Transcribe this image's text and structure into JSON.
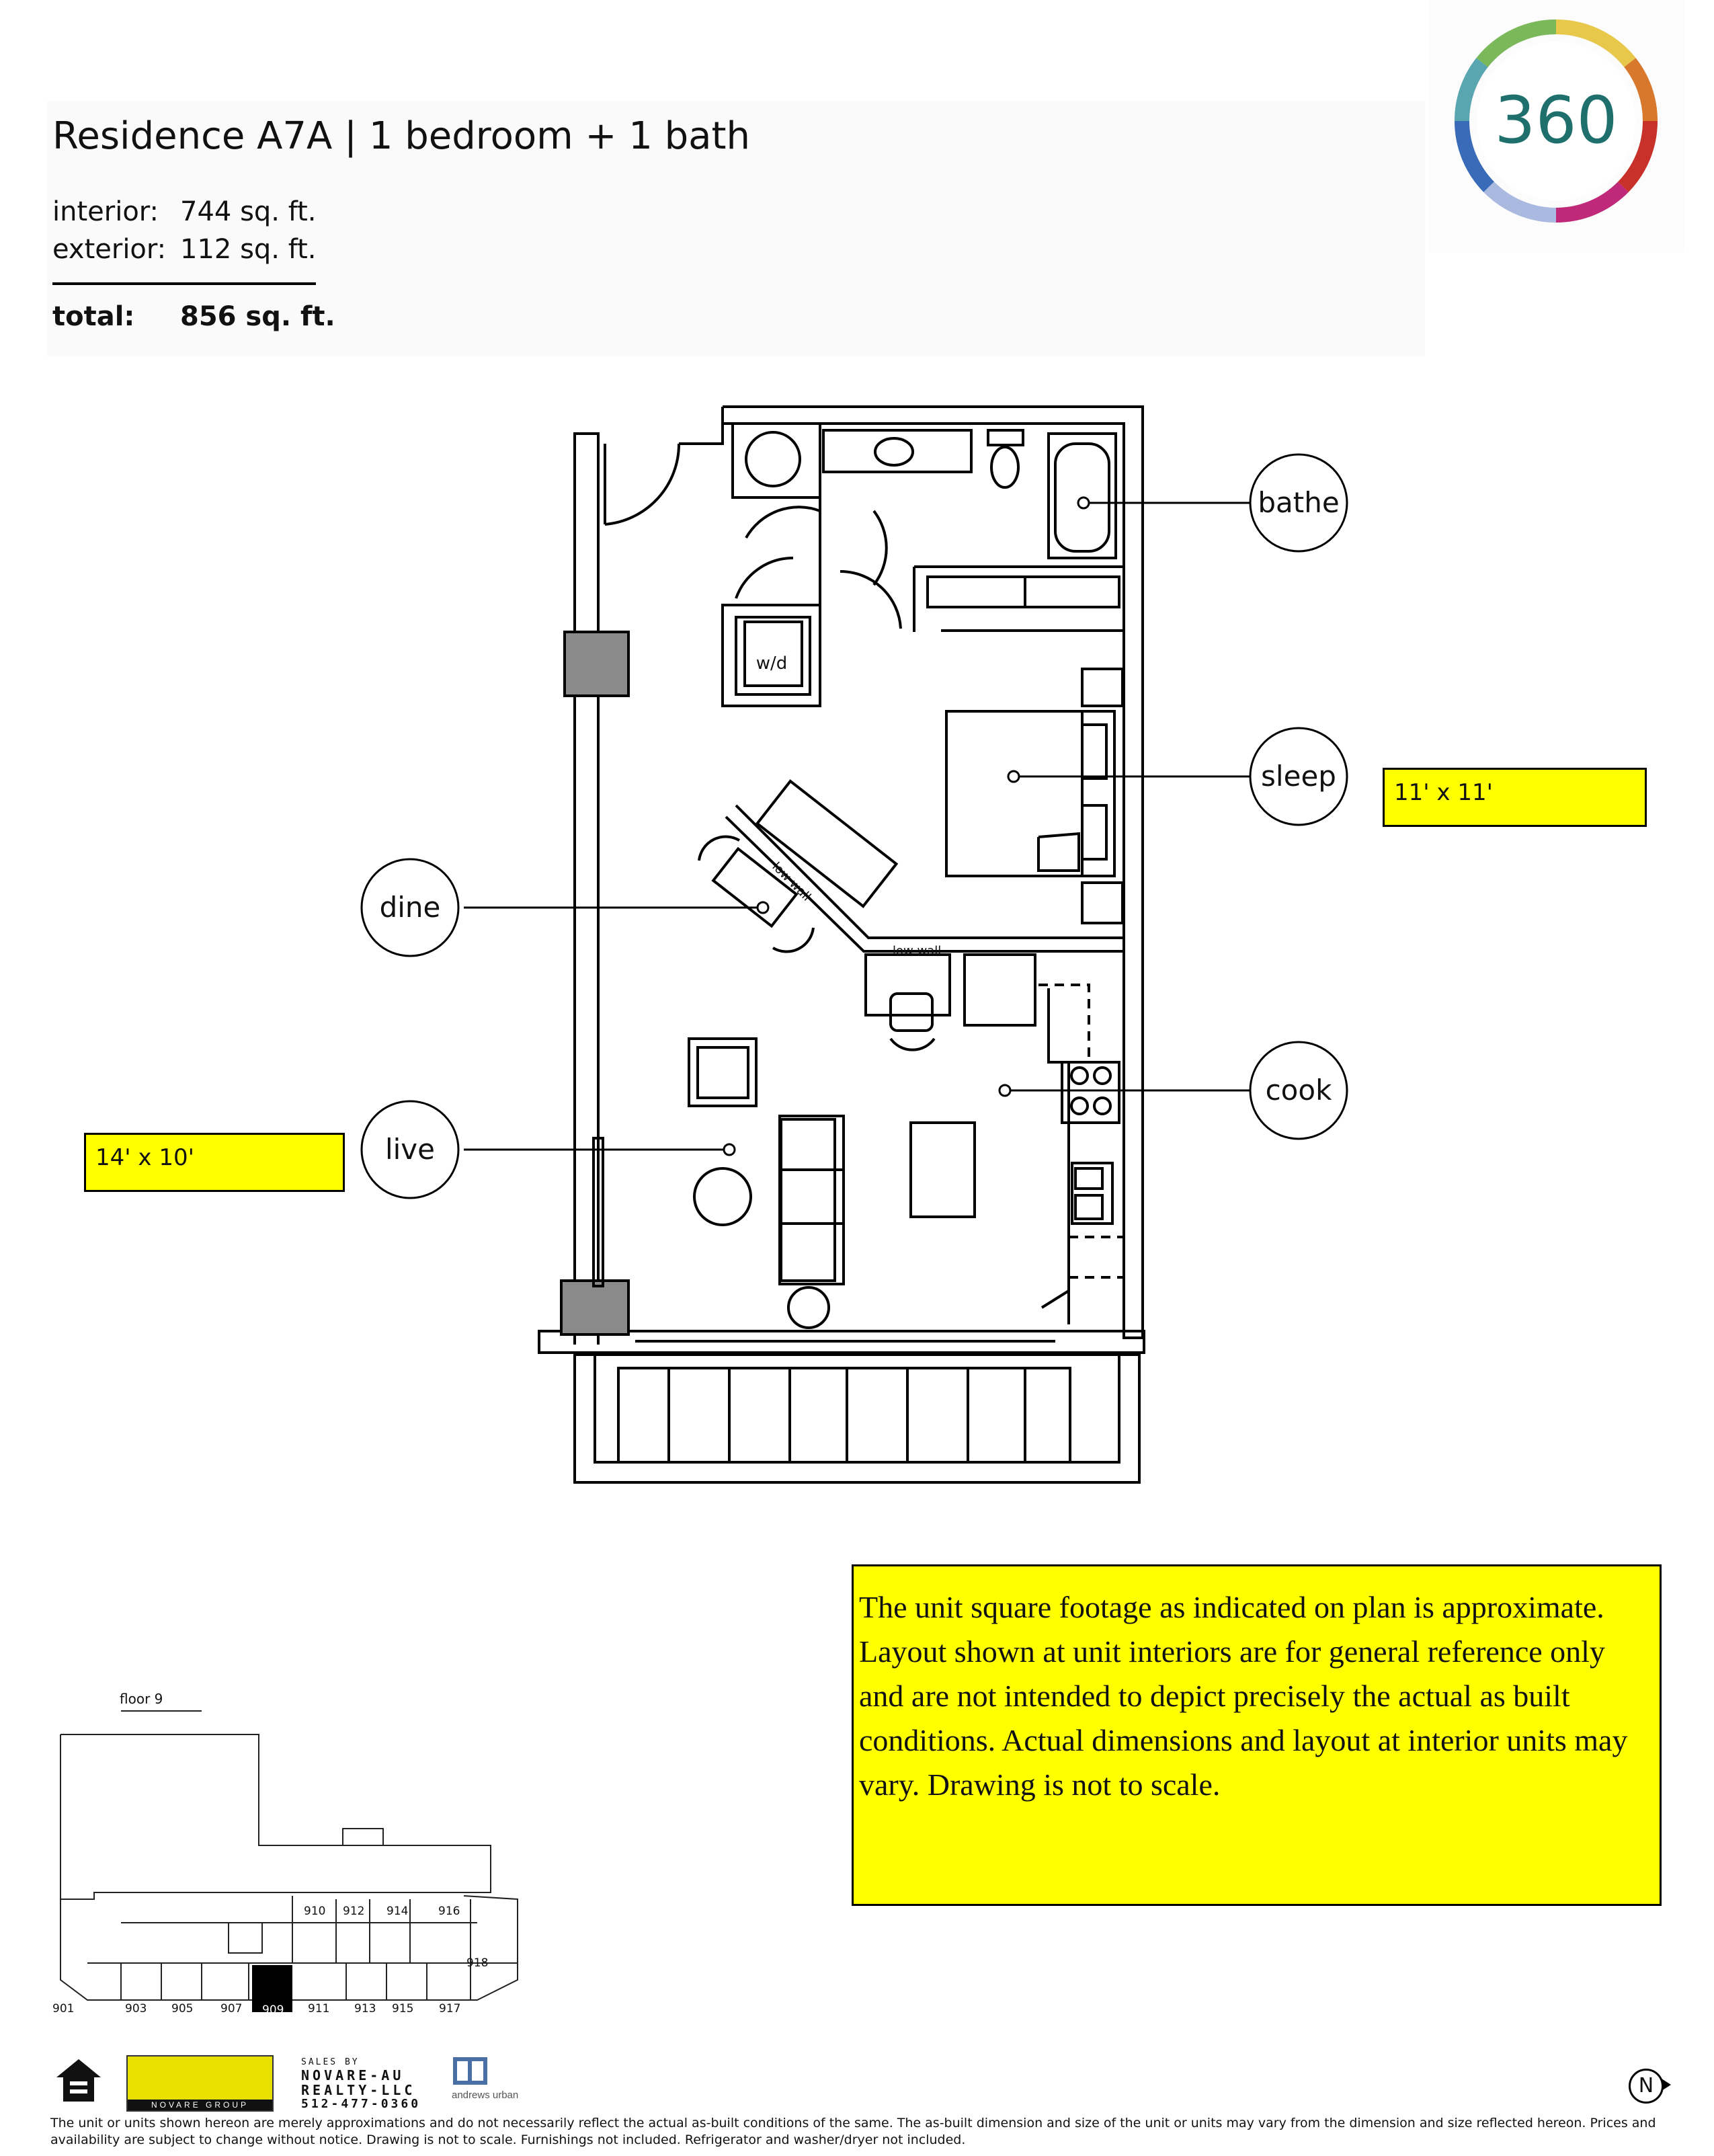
{
  "header": {
    "title": "Residence A7A | 1 bedroom + 1 bath",
    "interior_label": "interior:",
    "interior_value": "744 sq. ft.",
    "exterior_label": "exterior:",
    "exterior_value": "112 sq. ft.",
    "total_label": "total:",
    "total_value": "856 sq. ft."
  },
  "logo": {
    "text": "360"
  },
  "plan": {
    "labels": {
      "bathe": "bathe",
      "sleep": "sleep",
      "dine": "dine",
      "cook": "cook",
      "live": "live",
      "wd": "w/d",
      "low_wall_1": "low wall",
      "low_wall_2": "low wall"
    },
    "dims": {
      "sleep": "11' x 11'",
      "live": "14' x 10'"
    }
  },
  "disclaimer": "The unit square footage as indicated on plan is approximate.  Layout shown at unit interiors are for general reference only and are not intended to depict precisely the actual as built conditions.  Actual dimensions and layout at interior units may vary.  Drawing is not to scale.",
  "keyplan": {
    "floor_label": "floor 9",
    "units_top": [
      "910",
      "912",
      "914",
      "916"
    ],
    "unit_side": "918",
    "units_bottom": [
      "901",
      "903",
      "905",
      "907",
      "909",
      "911",
      "913",
      "915",
      "917"
    ],
    "highlighted_unit": "909"
  },
  "footer": {
    "sales_by": "SALES BY",
    "broker_line1": "NOVARE-AU",
    "broker_line2": "REALTY-LLC",
    "phone": "512-477-0360",
    "novare_group": "NOVARE GROUP",
    "andrews_urban": "andrews urban",
    "north": "N",
    "fineprint": "The unit or units shown hereon are merely approximations and do not necessarily reflect the actual as-built conditions of the same. The as-built dimension and size of the unit or units may vary from the dimension and size reflected hereon. Prices and availability are subject to change without notice. Drawing is not to scale. Furnishings not included. Refrigerator and washer/dryer not included."
  }
}
